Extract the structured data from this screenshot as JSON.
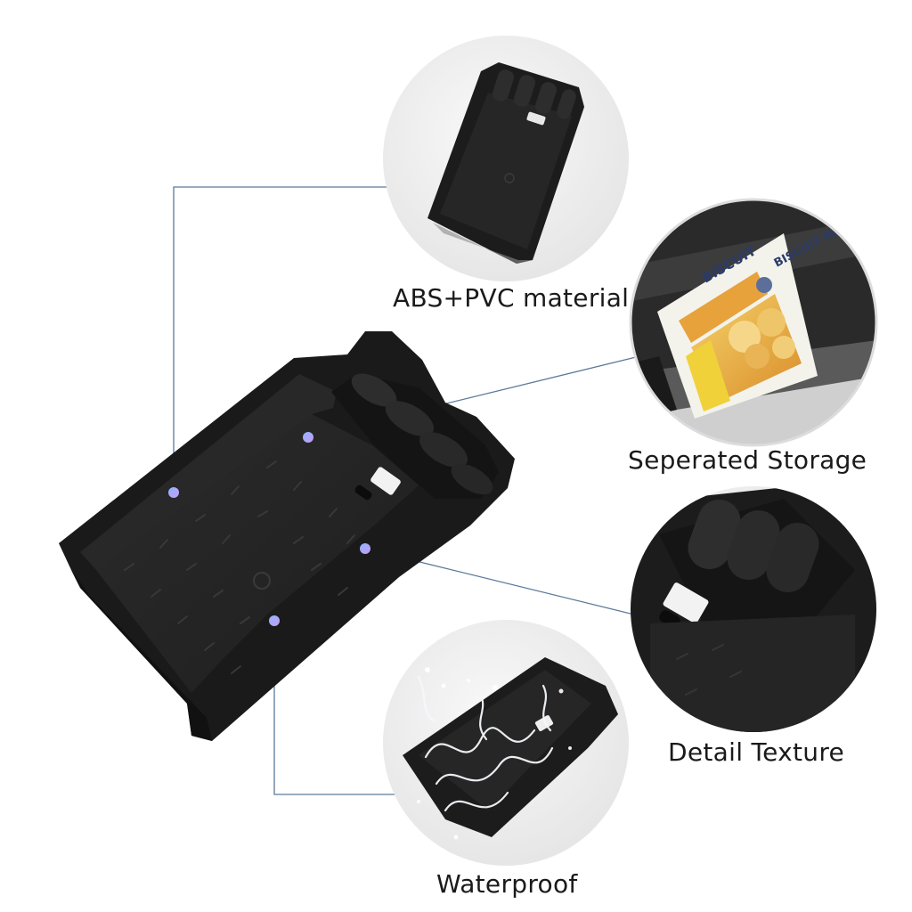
{
  "callouts": [
    {
      "id": "abs",
      "label": "ABS+PVC material"
    },
    {
      "id": "sep",
      "label": "Seperated Storage"
    },
    {
      "id": "det",
      "label": "Detail Texture"
    },
    {
      "id": "wat",
      "label": "Waterproof"
    }
  ],
  "colors": {
    "leader_line": "#5b7a99",
    "dot_start": "#8fb4ff",
    "dot_end": "#c79cf2",
    "tray": "#1c1c1c",
    "tray_floor": "#262626",
    "circle_bg": "#efefef"
  },
  "packaging_text": {
    "biscuit_left": "BISCUIT",
    "biscuit_right": "BISCUIT MIX"
  }
}
